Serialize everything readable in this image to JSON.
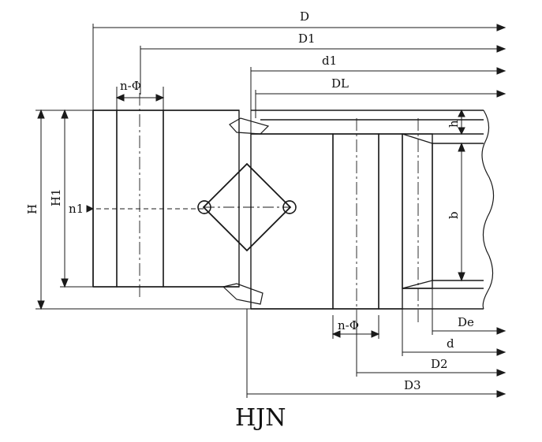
{
  "diagram": {
    "model": "HJN",
    "labels": {
      "D": "D",
      "D1": "D1",
      "d1": "d1",
      "DL": "DL",
      "n_phi_top": "n-Φ",
      "n_phi_bottom": "n-Φ",
      "H": "H",
      "H1": "H1",
      "n1": "n1",
      "h": "h",
      "b": "b",
      "De": "De",
      "d": "d",
      "D2": "D2",
      "D3": "D3"
    }
  },
  "colors": {
    "line": "#1a1a1a",
    "seal": "#555555",
    "background": "#ffffff"
  }
}
